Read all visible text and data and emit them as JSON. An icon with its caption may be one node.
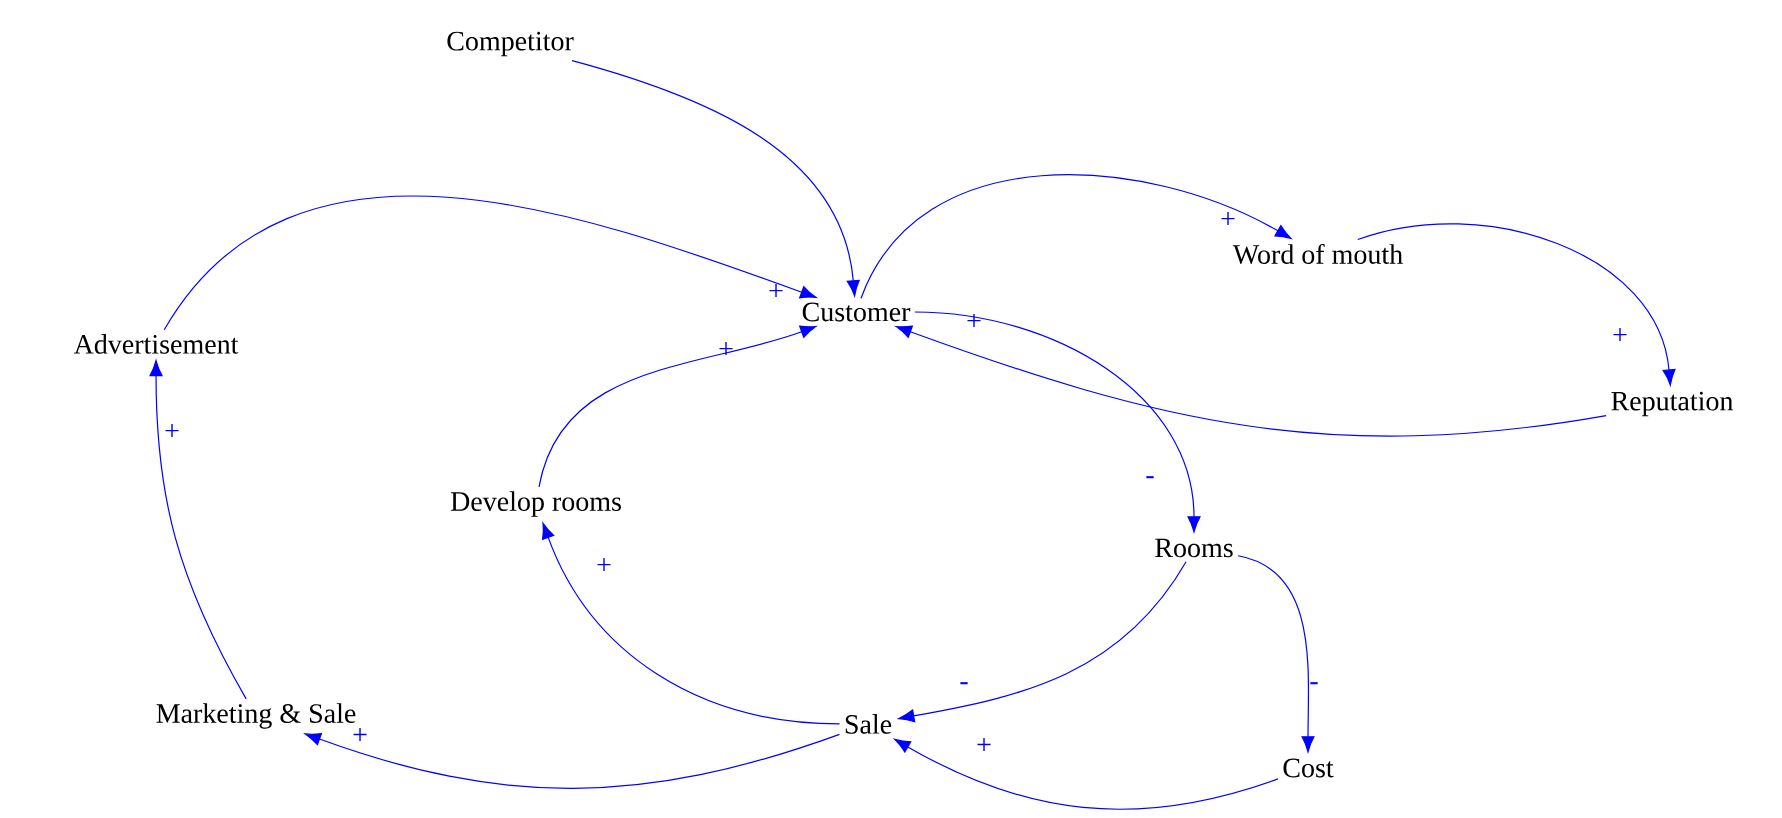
{
  "diagram": {
    "nodes": [
      {
        "text": [
          "Competitor"
        ]
      },
      {
        "text": [
          "Advertisement"
        ]
      },
      {
        "text": [
          "Customer"
        ]
      },
      {
        "text": [
          "Word of mouth"
        ]
      },
      {
        "text": [
          "Reputation"
        ]
      },
      {
        "text": [
          "Develop rooms"
        ]
      },
      {
        "text": [
          "Rooms"
        ]
      },
      {
        "text": [
          "Marketing & Sale"
        ]
      },
      {
        "text": [
          "Sale"
        ]
      },
      {
        "text": [
          "Cost"
        ]
      }
    ],
    "edges": [
      {
        "from": 0,
        "to": 2,
        "arrow": "to"
      },
      {
        "from": 1,
        "to": 2,
        "arrow": "to",
        "label": "+"
      },
      {
        "from": 5,
        "to": 2,
        "arrow": "to",
        "label": "+"
      },
      {
        "from": 2,
        "to": 3,
        "arrow": "to",
        "label": "+"
      },
      {
        "from": 3,
        "to": 4,
        "arrow": "to",
        "label": "+"
      },
      {
        "from": 4,
        "to": 2,
        "arrow": "to",
        "label": "+"
      },
      {
        "from": 2,
        "to": 6,
        "arrow": "to",
        "label": "-"
      },
      {
        "from": 6,
        "to": 8,
        "arrow": "to",
        "label": "-"
      },
      {
        "from": 6,
        "to": 9,
        "arrow": "to",
        "label": "-"
      },
      {
        "from": 9,
        "to": 8,
        "arrow": "to",
        "label": "+"
      },
      {
        "from": 8,
        "to": 5,
        "arrow": "to",
        "label": "+"
      },
      {
        "from": 8,
        "to": 7,
        "arrow": "to",
        "label": "+"
      },
      {
        "from": 7,
        "to": 1,
        "arrow": "to",
        "label": "+"
      }
    ]
  }
}
